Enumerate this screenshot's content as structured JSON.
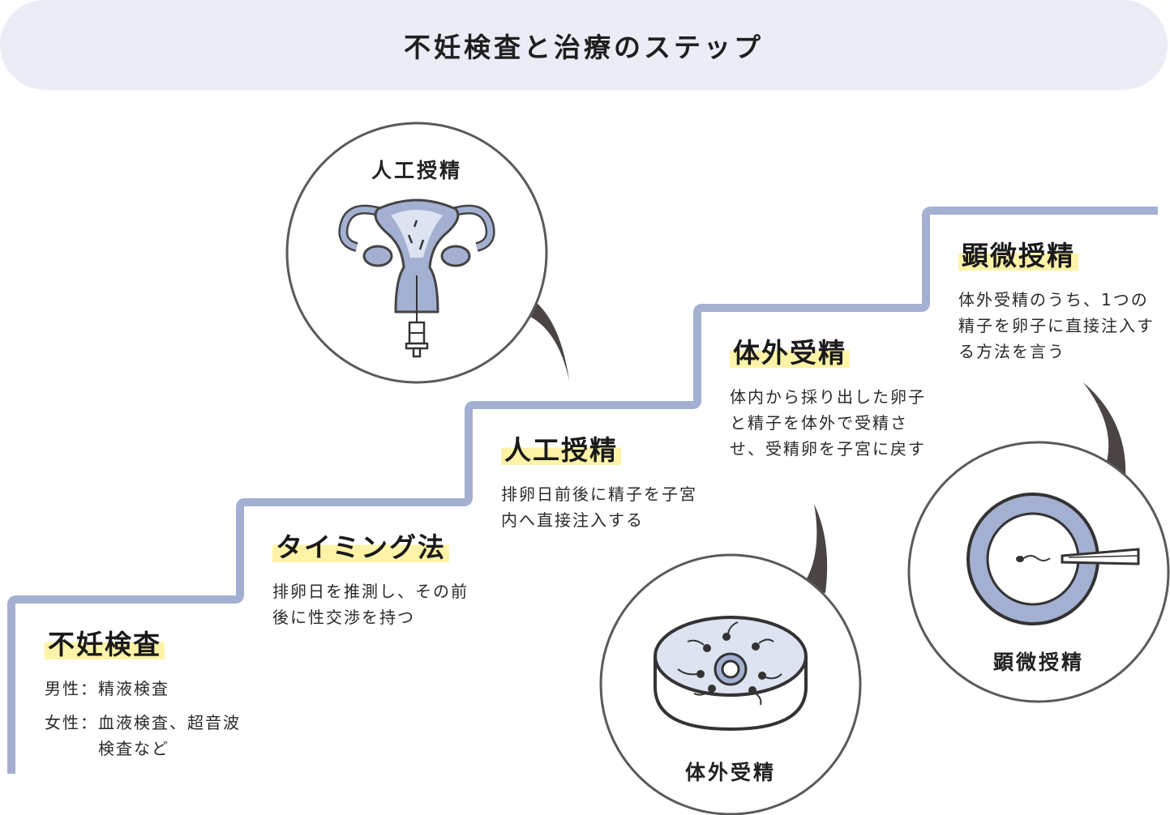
{
  "header": {
    "title": "不妊検査と治療のステップ"
  },
  "steps": [
    {
      "title": "不妊検査",
      "rows": [
        {
          "label": "男性：",
          "value": "精液検査"
        },
        {
          "label": "女性：",
          "value": "血液検査、超音波検査など"
        }
      ]
    },
    {
      "title": "タイミング法",
      "desc": "排卵日を推測し、その前後に性交渉を持つ"
    },
    {
      "title": "人工授精",
      "desc": "排卵日前後に精子を子宮内へ直接注入する"
    },
    {
      "title": "体外受精",
      "desc": "体内から採り出した卵子と精子を体外で受精させ、受精卵を子宮に戻す"
    },
    {
      "title": "顕微授精",
      "desc": "体外受精のうち、1つの精子を卵子に直接注入する方法を言う"
    }
  ],
  "illustrations": {
    "ai": {
      "label": "人工授精",
      "icon": "uterus-syringe-icon"
    },
    "ivf": {
      "label": "体外受精",
      "icon": "petri-dish-icon"
    },
    "icsi": {
      "label": "顕微授精",
      "icon": "micro-injection-icon"
    }
  },
  "colors": {
    "header_bg": "#eaedf6",
    "stair": "#a3b0d2",
    "highlight": "#fff3a8",
    "bubble_border": "#5a5a5a",
    "tail": "#4a4543",
    "organ": "#a3b0d2",
    "organ_dark": "#444444"
  }
}
